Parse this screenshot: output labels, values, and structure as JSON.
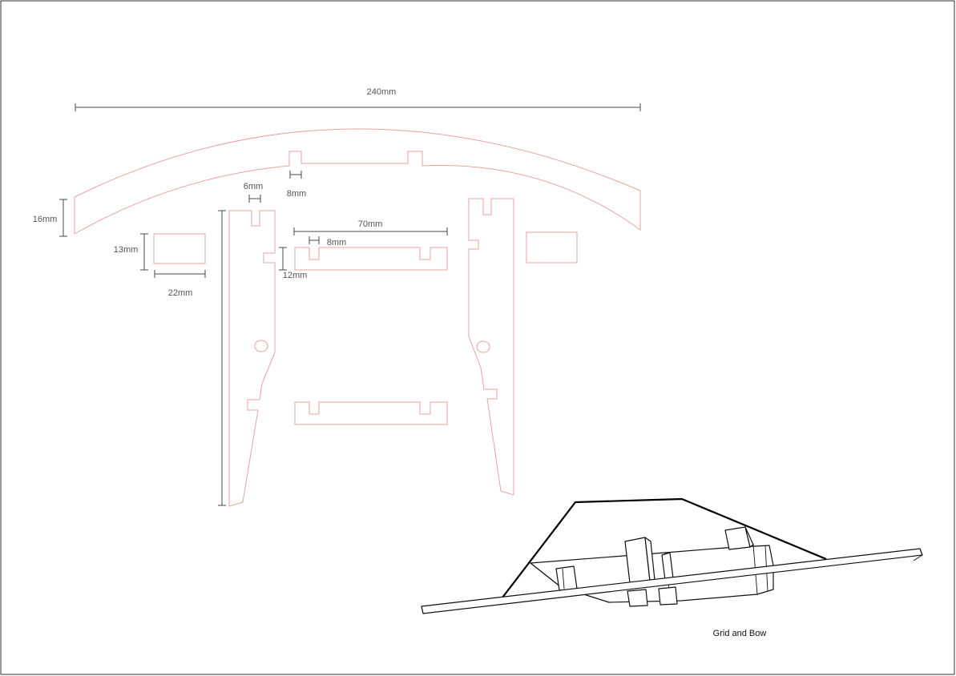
{
  "dimensions": {
    "arc_width": "240mm",
    "arc_height": "16mm",
    "arc_notch": "8mm",
    "side_notch": "6mm",
    "block_height": "13mm",
    "block_width": "22mm",
    "bar_length": "70mm",
    "bar_notch": "8mm",
    "bar_height": "12mm"
  },
  "caption": "Grid and Bow",
  "colors": {
    "cut_line": "#e8a3a3",
    "dimension_line": "#4a4a4a",
    "render_line": "#111111",
    "frame": "#333333"
  }
}
